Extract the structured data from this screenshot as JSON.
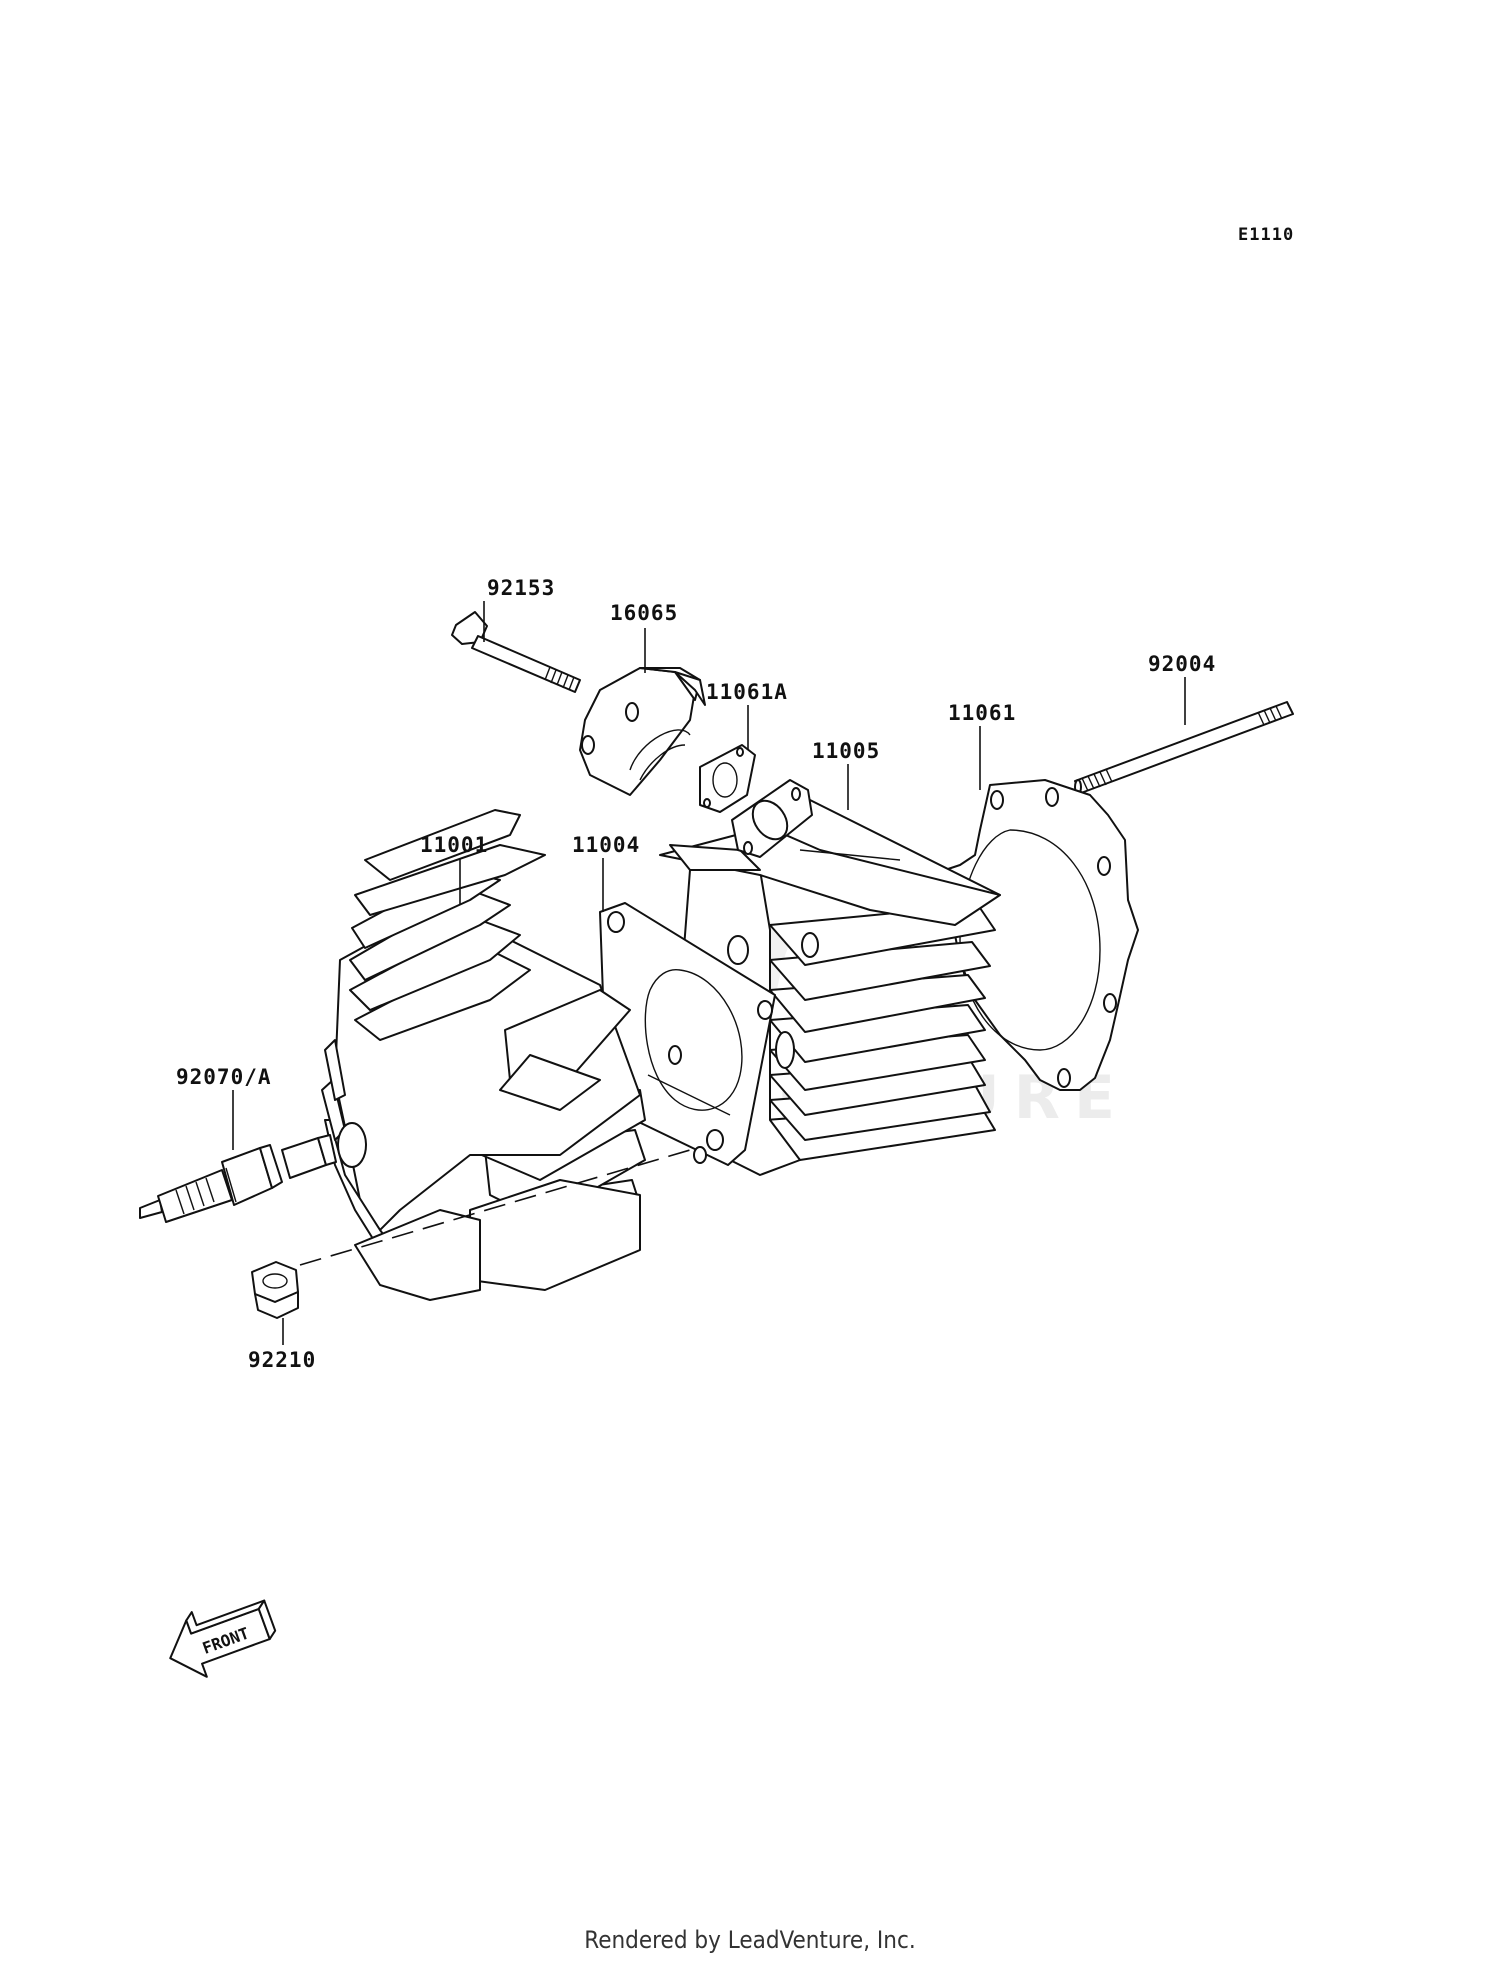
{
  "diagram_code": "E1110",
  "watermark": "LEADVENTURE",
  "parts": [
    {
      "number": "92153"
    },
    {
      "number": "16065"
    },
    {
      "number": "11061A"
    },
    {
      "number": "11005"
    },
    {
      "number": "11061"
    },
    {
      "number": "92004"
    },
    {
      "number": "11001"
    },
    {
      "number": "11004"
    },
    {
      "number": "92070/A"
    },
    {
      "number": "92210"
    }
  ],
  "front_arrow_label": "FRONT",
  "footer": "Rendered by LeadVenture, Inc."
}
